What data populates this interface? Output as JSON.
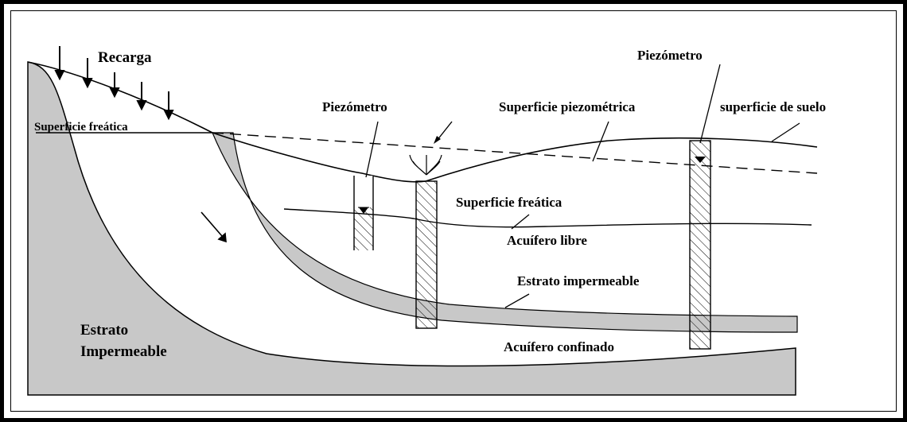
{
  "labels": {
    "recharge": "Recarga",
    "water_table_left": "Superficie freática",
    "piezometer_center": "Piezómetro",
    "piezometric_surface": "Superficie piezométrica",
    "piezometer_right": "Piezómetro",
    "ground_surface": "superficie de suelo",
    "water_table_center": "Superficie freática",
    "unconfined_aquifer": "Acuífero libre",
    "impermeable_layer": "Estrato impermeable",
    "confined_aquifer": "Acuífero confinado",
    "impermeable_stratum_line1": "Estrato",
    "impermeable_stratum_line2": "Impermeable"
  },
  "colors": {
    "impermeable_fill": "#c8c8c8",
    "line": "#000000",
    "border": "#000000"
  }
}
